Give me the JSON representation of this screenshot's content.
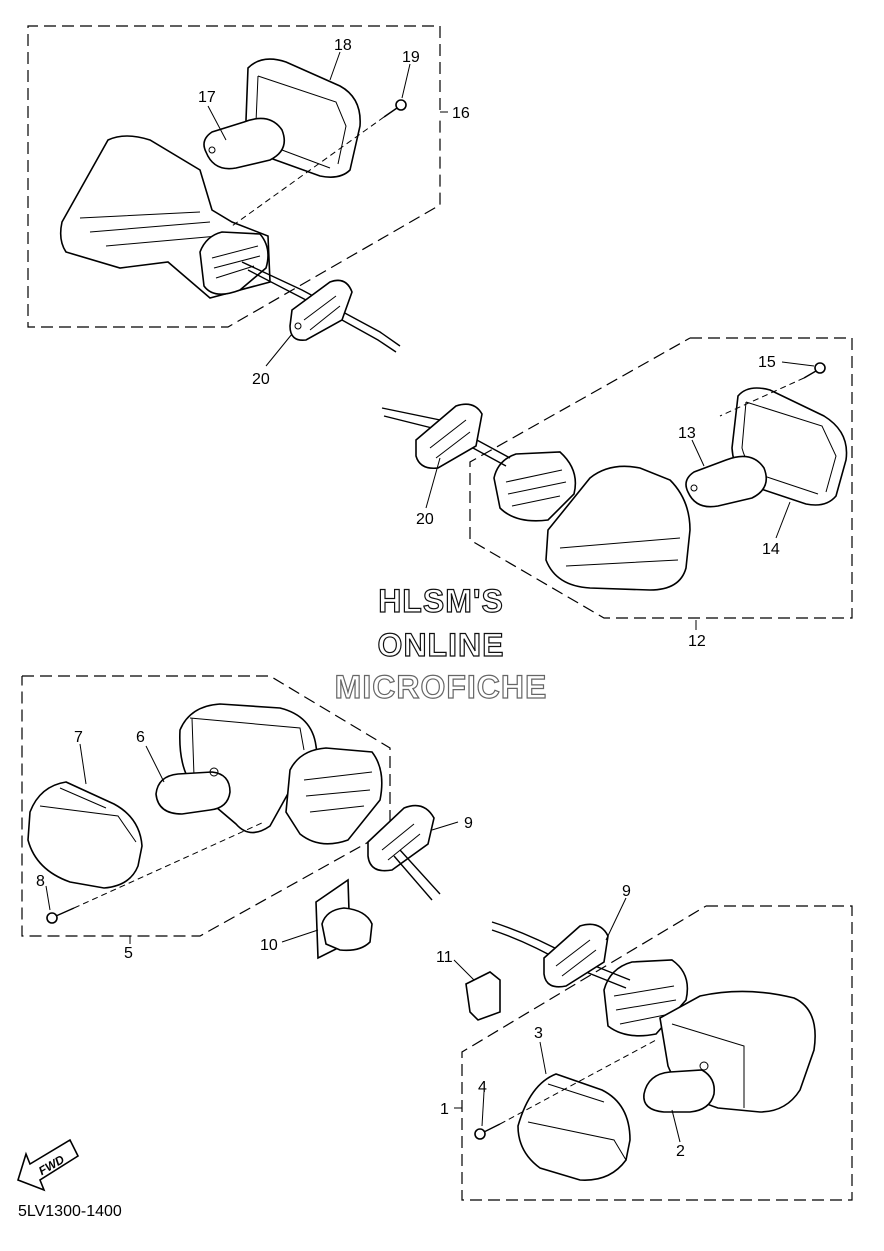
{
  "watermark": {
    "line1": "HLSM'S",
    "line2": "ONLINE",
    "line3": "MICROFICHE"
  },
  "diagram_code": "5LV1300-1400",
  "fwd_label": "FWD",
  "callouts": {
    "p1": "1",
    "p2": "2",
    "p3": "3",
    "p4": "4",
    "p5": "5",
    "p6": "6",
    "p7": "7",
    "p8": "8",
    "p9a": "9",
    "p9b": "9",
    "p10": "10",
    "p11": "11",
    "p12": "12",
    "p13": "13",
    "p14": "14",
    "p15": "15",
    "p16": "16",
    "p17": "17",
    "p18": "18",
    "p19": "19",
    "p20a": "20",
    "p20b": "20"
  }
}
